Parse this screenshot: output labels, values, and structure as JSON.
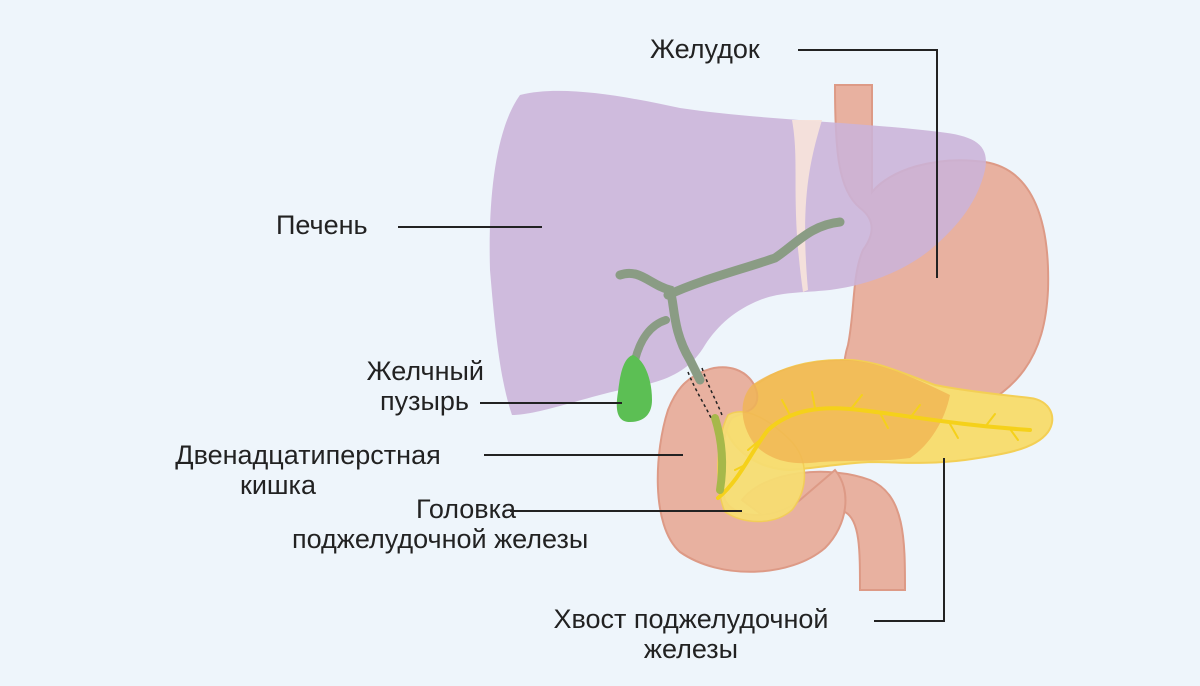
{
  "labels": {
    "stomach": "Желудок",
    "liver": "Печень",
    "gallbladder_line1": "Желчный",
    "gallbladder_line2": "пузырь",
    "duodenum_line1": "Двенадцатиперстная",
    "duodenum_line2": "кишка",
    "pancreas_head_line1": "Головка",
    "pancreas_head_line2": "поджелудочной железы",
    "pancreas_tail_line1": "Хвост поджелудочной",
    "pancreas_tail_line2": "железы"
  },
  "colors": {
    "background": "#eef5fb",
    "liver": "#cbb3d8",
    "stomach": "#e8b1a0",
    "stomach_stroke": "#dd9a86",
    "duodenum": "#e8b1a0",
    "pancreas": "#f7dd72",
    "pancreas_overlap": "#f0b553",
    "duct_yellow": "#f5d11a",
    "bile_duct": "#8a9c84",
    "gallbladder": "#5cbf54",
    "ligament": "#f6e2da",
    "leader_line": "#222222"
  }
}
